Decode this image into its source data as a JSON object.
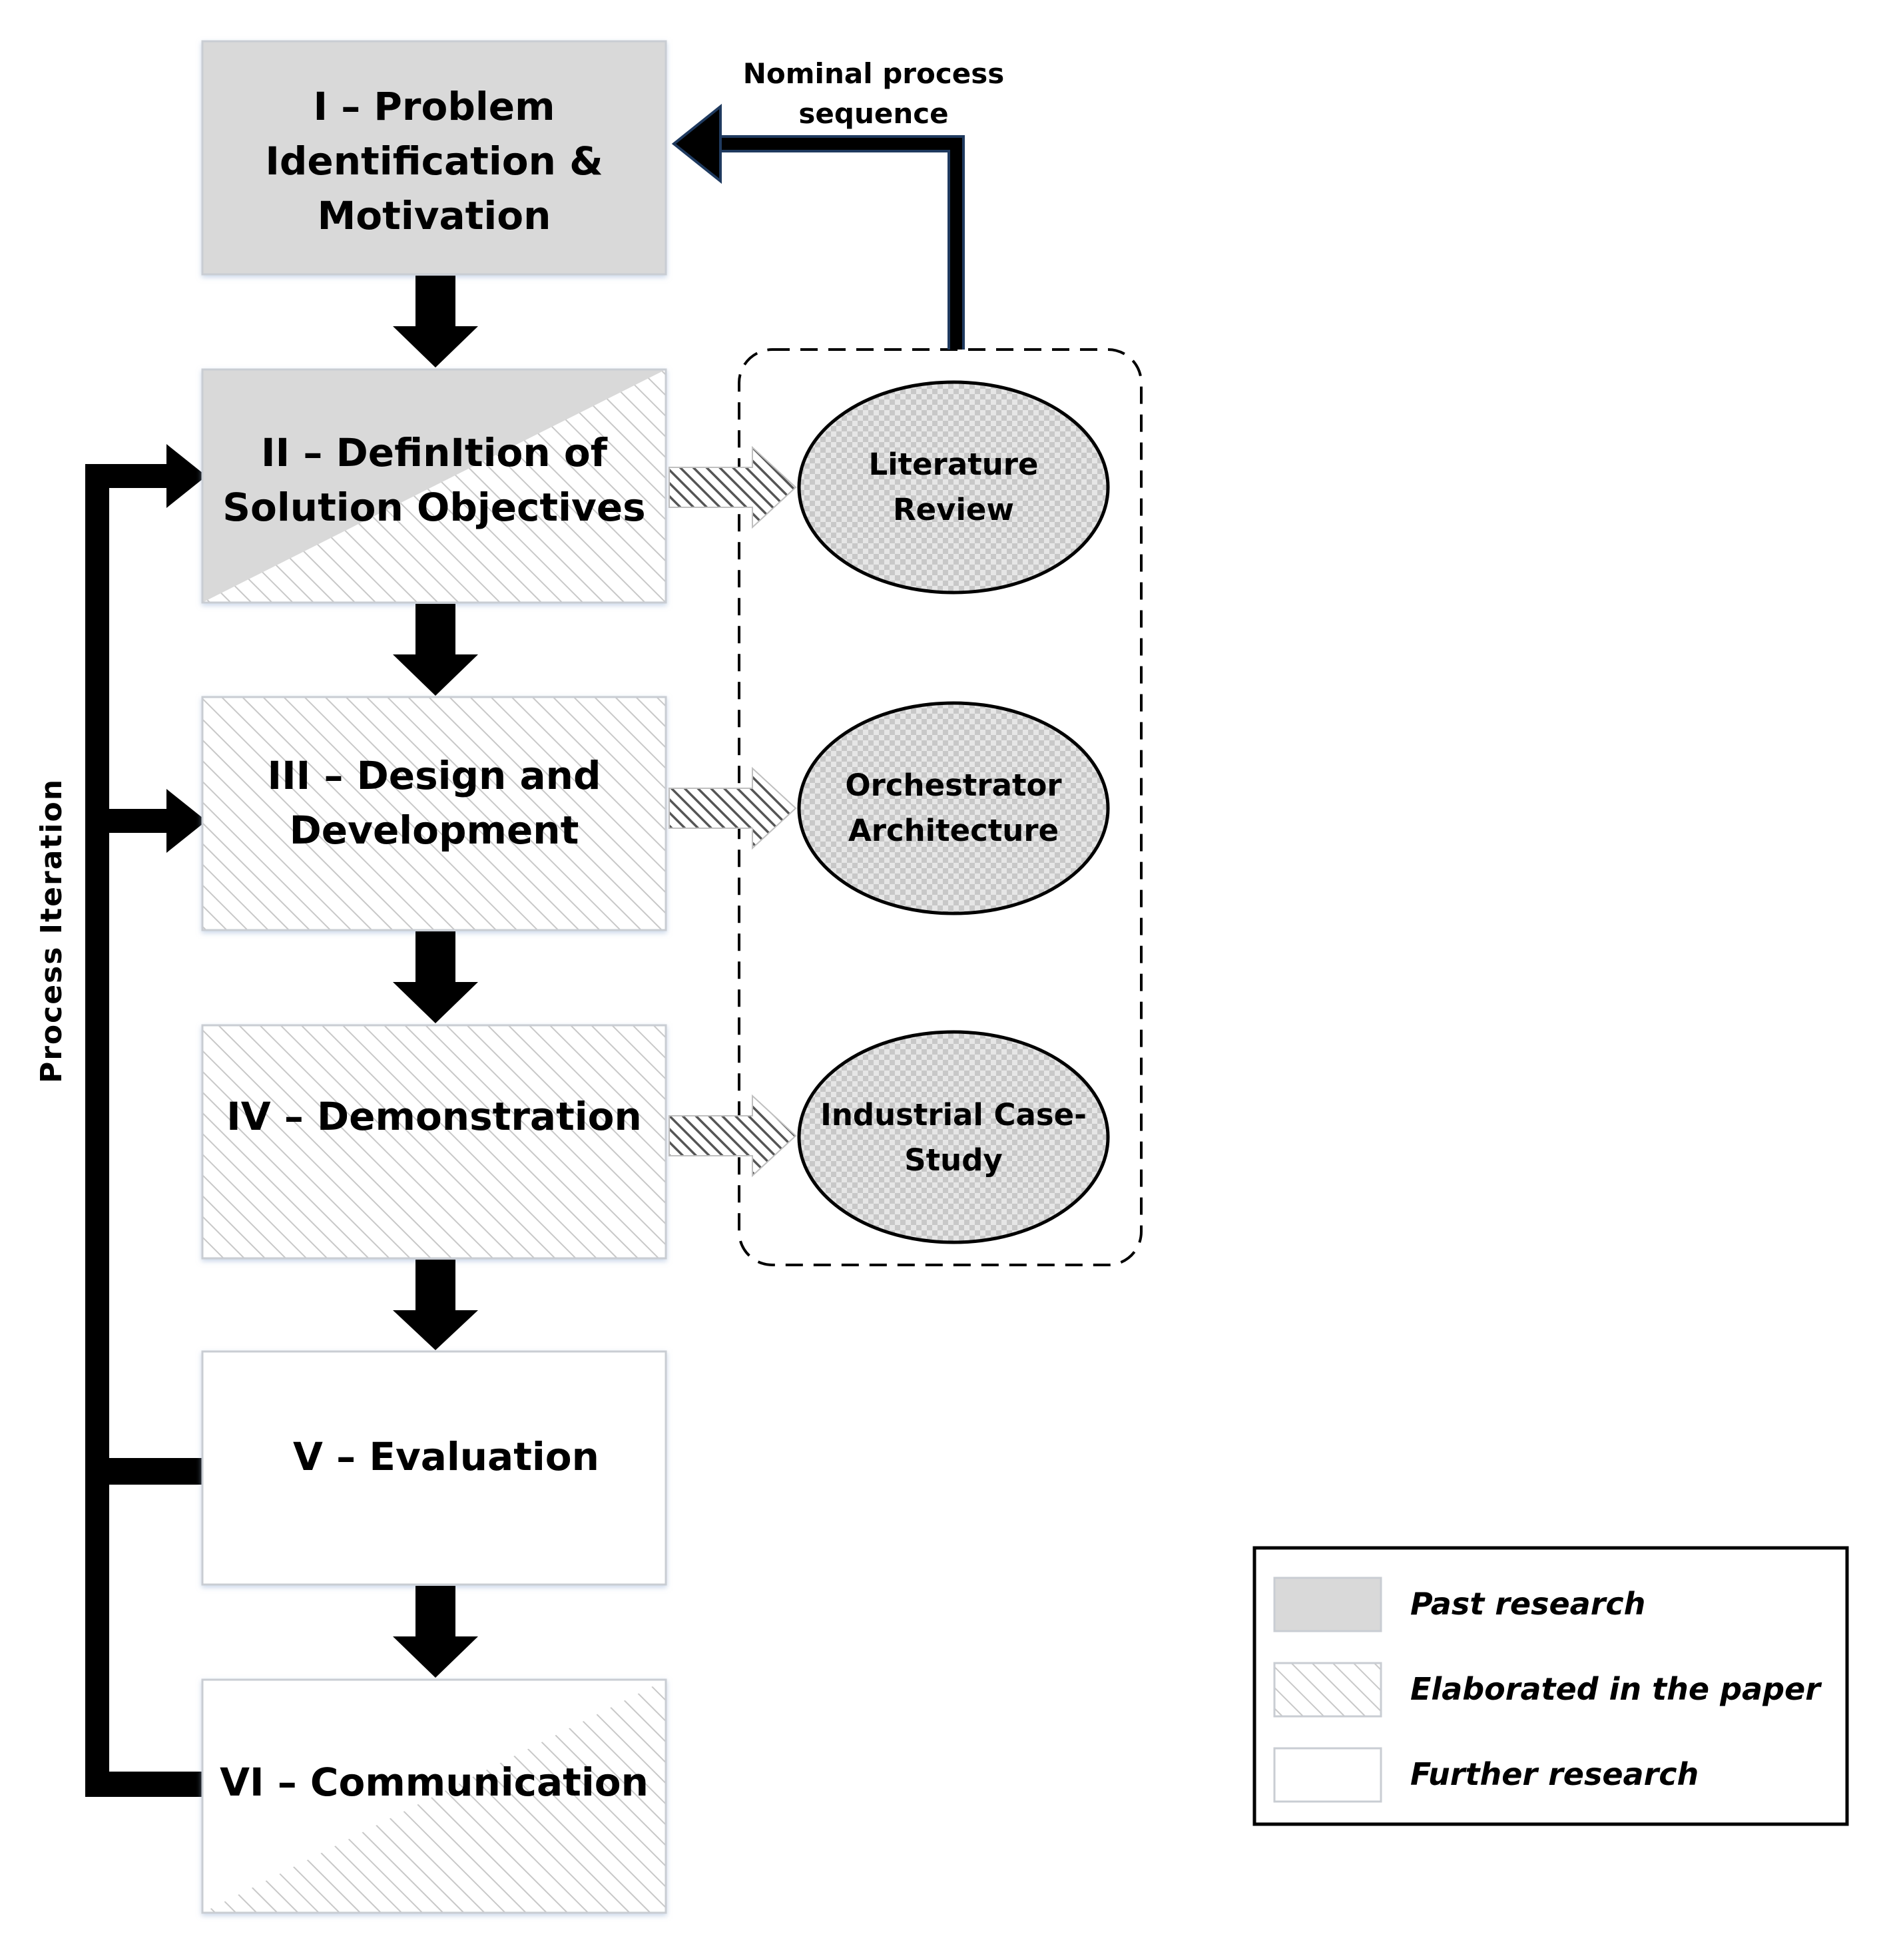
{
  "stages": [
    {
      "id": "I",
      "lines": [
        "I – Problem",
        "Identification &",
        "Motivation"
      ],
      "status": "past"
    },
    {
      "id": "II",
      "lines": [
        "II – DefinItion of",
        "Solution Objectives"
      ],
      "status": "past-and-paper"
    },
    {
      "id": "III",
      "lines": [
        "III – Design and",
        "Development"
      ],
      "status": "paper"
    },
    {
      "id": "IV",
      "lines": [
        "IV – Demonstration"
      ],
      "status": "paper"
    },
    {
      "id": "V",
      "lines": [
        "V – Evaluation"
      ],
      "status": "further"
    },
    {
      "id": "VI",
      "lines": [
        "VI – Communication"
      ],
      "status": "further-and-paper"
    }
  ],
  "methods": [
    {
      "lines": [
        "Literature",
        "Review"
      ]
    },
    {
      "lines": [
        "Orchestrator",
        "Architecture"
      ]
    },
    {
      "lines": [
        "Industrial Case-",
        "Study"
      ]
    }
  ],
  "nominal_label": [
    "Nominal process",
    "sequence"
  ],
  "iteration_label": "Process Iteration",
  "legend": [
    {
      "label": "Past research",
      "swatch": "past"
    },
    {
      "label": "Elaborated in the paper",
      "swatch": "paper"
    },
    {
      "label": "Further research",
      "swatch": "further"
    }
  ],
  "colors": {
    "past_fill": "#d9d9d9",
    "box_border": "#c9cdd3",
    "hatch": "#c8c8c8",
    "arrow": "#000000",
    "nominal_arrow_edge": "#1f3a5f"
  }
}
